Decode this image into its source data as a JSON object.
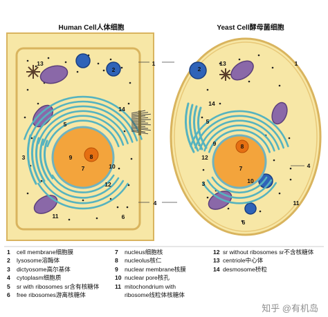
{
  "titles": {
    "human": "Human Cell人体细胞",
    "yeast": "Yeast Cell酵母菌细胞"
  },
  "labels": {
    "h": [
      "13",
      "2",
      "1",
      "5",
      "3",
      "9",
      "8",
      "7",
      "10",
      "12",
      "4",
      "11",
      "6",
      "14"
    ],
    "y": [
      "2",
      "1",
      "13",
      "5",
      "9",
      "8",
      "12",
      "7",
      "3",
      "10",
      "14",
      "4",
      "11",
      "6",
      "14"
    ]
  },
  "legend": {
    "col1": [
      {
        "n": "1",
        "t": "cell membrane细胞膜"
      },
      {
        "n": "2",
        "t": "lysosome溶酶体"
      },
      {
        "n": "3",
        "t": "dictyosome高尔基体"
      },
      {
        "n": "4",
        "t": "cytoplasm细胞质"
      },
      {
        "n": "5",
        "t": "sr with ribosomes sr含有核糖体"
      },
      {
        "n": "6",
        "t": "free ribosomes游离核糖体"
      }
    ],
    "col2": [
      {
        "n": "7",
        "t": "nucleus细胞核"
      },
      {
        "n": "8",
        "t": "nucleolus核仁"
      },
      {
        "n": "9",
        "t": "nuclear membrane核膜"
      },
      {
        "n": "10",
        "t": "nuclear pore核孔"
      },
      {
        "n": "11",
        "t": "mitochondrium with"
      },
      {
        "n": "",
        "t": "ribosome线粒体核糖体"
      }
    ],
    "col3": [
      {
        "n": "12",
        "t": "sr without ribosomes sr不含核糖体"
      },
      {
        "n": "13",
        "t": "centriole中心体"
      },
      {
        "n": "14",
        "t": "desmosome桥粒"
      }
    ]
  },
  "watermark": "知乎 @有机岛",
  "colors": {
    "cytoplasm": "#f7e7a6",
    "membrane": "#d9b45e",
    "nucleus": "#f3a43c",
    "nucleolus": "#e56f12",
    "er": "#56b3bf",
    "lysosome": "#2f63b8",
    "mitochondria": "#8a68a8"
  }
}
